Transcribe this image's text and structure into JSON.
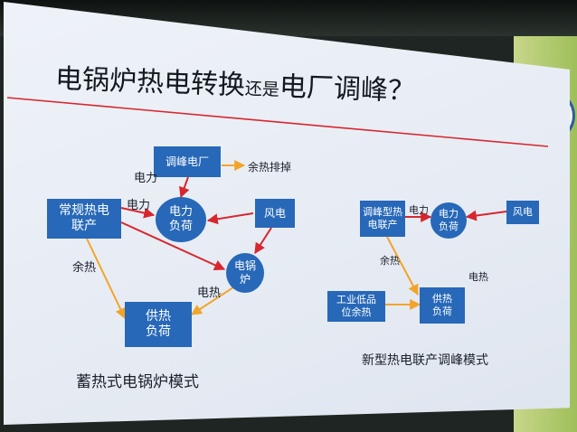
{
  "title": {
    "main": "电锅炉热电转换",
    "small": "还是",
    "tail": "电厂调峰？"
  },
  "left": {
    "peak_plant": "调峰电厂",
    "waste_heat_discharge": "余热排掉",
    "conventional_chp": "常规热电联产",
    "power_load": "电力负荷",
    "wind_power": "风电",
    "electric_boiler": "电锅炉",
    "heat_load": "供热负荷",
    "label_power_1": "电力",
    "label_power_2": "电力",
    "label_waste_heat": "余热",
    "label_electric_heat": "电热",
    "caption": "蓄热式电锅炉模式"
  },
  "right": {
    "peak_chp": "调峰型热电联产",
    "power_load": "电力负荷",
    "wind_power": "风电",
    "industrial_waste_heat": "工业低品位余热",
    "heat_load": "供热负荷",
    "label_power": "电力",
    "label_waste_heat": "余热",
    "label_electric_heat": "电热",
    "caption": "新型热电联产调峰模式"
  },
  "colors": {
    "box": "#2768b8",
    "red_arrow": "#d8262e",
    "orange_arrow": "#f2a42a",
    "rule": "#d8262e"
  }
}
